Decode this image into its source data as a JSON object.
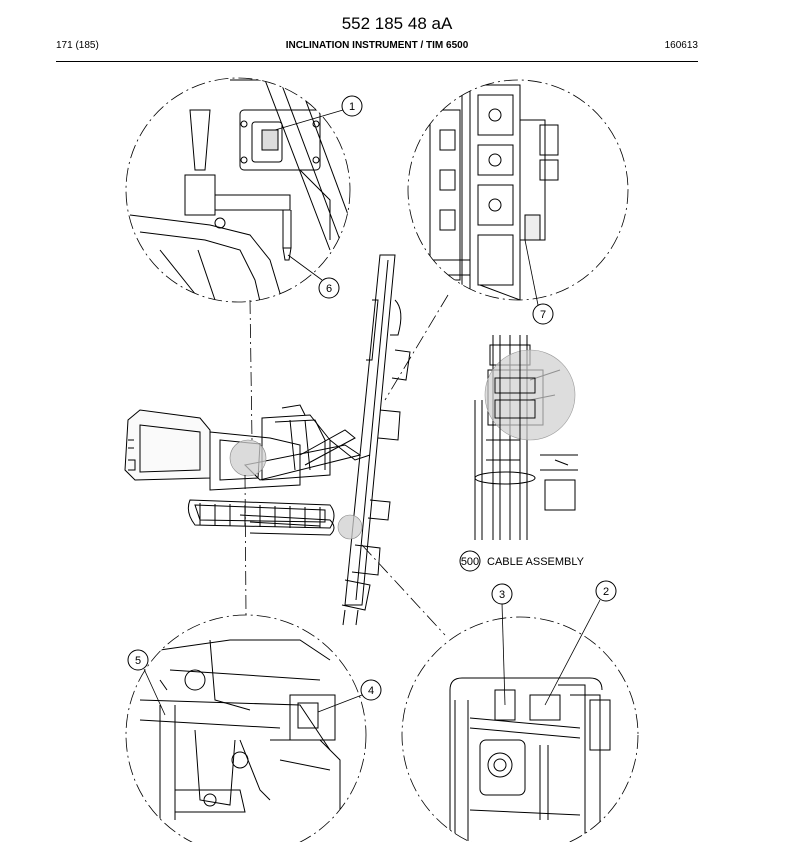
{
  "document": {
    "doc_number": "552 185 48 aA",
    "page_label": "171 (185)",
    "title": "INCLINATION INSTRUMENT / TIM 6500",
    "date_code": "160613"
  },
  "callouts": {
    "c1": "1",
    "c2": "2",
    "c3": "3",
    "c4": "4",
    "c5": "5",
    "c6": "6",
    "c7": "7"
  },
  "assembly": {
    "number": "500",
    "label": "CABLE ASSEMBLY"
  }
}
